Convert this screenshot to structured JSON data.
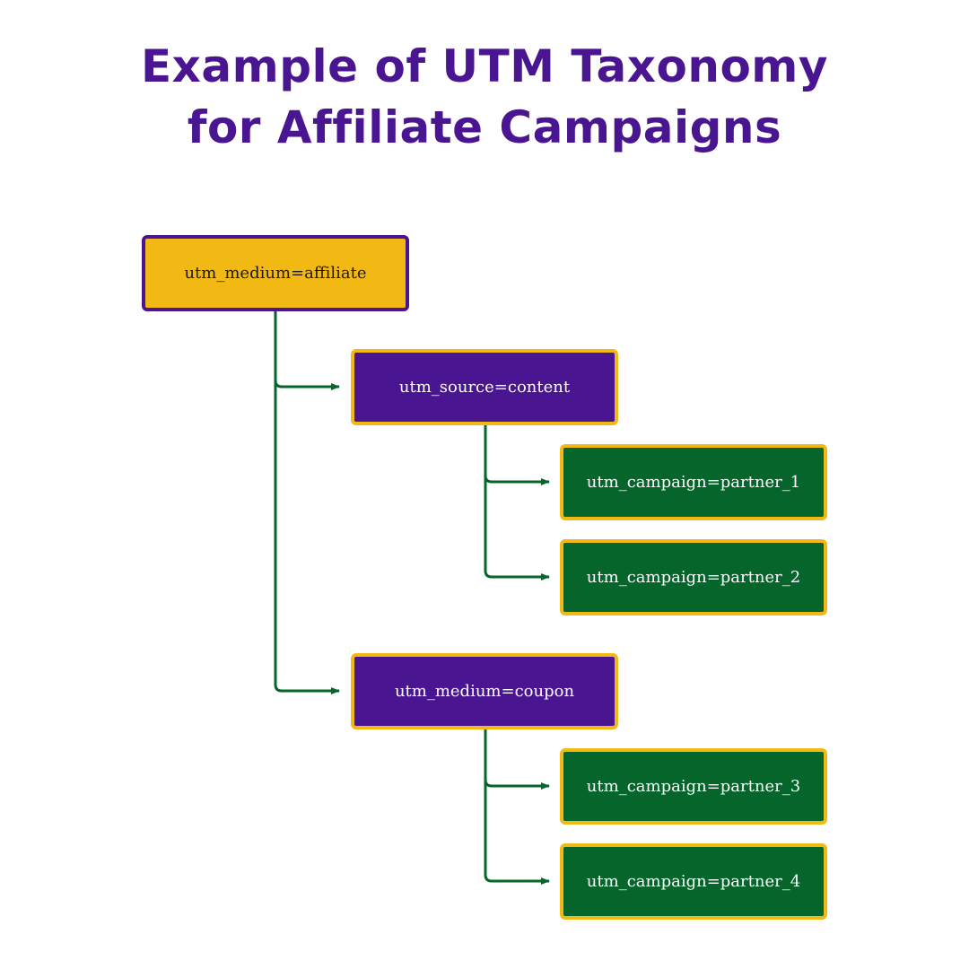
{
  "title": {
    "line1": "Example of UTM Taxonomy",
    "line2": "for Affiliate Campaigns"
  },
  "colors": {
    "title": "#4a1591",
    "root_fill": "#f2b914",
    "root_border": "#4a1591",
    "mid_fill": "#4a1591",
    "leaf_fill": "#05652a",
    "node_border": "#f2b914",
    "connector": "#05652a"
  },
  "tree": {
    "root": "utm_medium=affiliate",
    "branches": [
      {
        "label": "utm_source=content",
        "children": [
          "utm_campaign=partner_1",
          "utm_campaign=partner_2"
        ]
      },
      {
        "label": "utm_medium=coupon",
        "children": [
          "utm_campaign=partner_3",
          "utm_campaign=partner_4"
        ]
      }
    ]
  }
}
